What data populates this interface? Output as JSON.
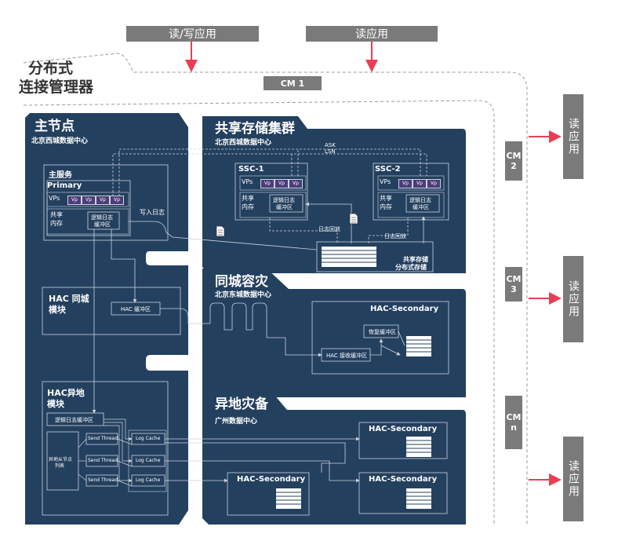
{
  "top_buttons": {
    "read_write_app": "读/写应用",
    "read_app": "读应用"
  },
  "manager": {
    "title_line1": "分布式",
    "title_line2": "连接管理器",
    "cm1": "CM 1"
  },
  "right_side": {
    "cm2": [
      "CM",
      "2"
    ],
    "cm3": [
      "CM",
      "3"
    ],
    "cmn": [
      "CM",
      "n"
    ],
    "read_app_1": "读应用",
    "read_app_2": "读应用",
    "read_app_3": "读应用"
  },
  "primary_node": {
    "title": "主节点",
    "subtitle": "北京西城数据中心",
    "main_service": "主服务",
    "primary": "Primary",
    "vps": "VPs",
    "vp": "Vp",
    "shared_mem_line1": "共享",
    "shared_mem_line2": "内存",
    "log_buffer_line1": "逻辑日志",
    "log_buffer_line2": "缓冲区",
    "write_log": "写入日志"
  },
  "hac_city": {
    "title_line1": "HAC 同城",
    "title_line2": "模块",
    "buffer": "HAC 缓冲区"
  },
  "hac_remote": {
    "title_line1": "HAC异地",
    "title_line2": "模块",
    "log_buffer": "逻辑日志缓冲区",
    "replica_list_line1": "异地从节点",
    "replica_list_line2": "列表",
    "send_thread": "Send Thread",
    "log_cache": "Log Cache"
  },
  "shared_storage": {
    "title": "共享存储集群",
    "subtitle": "北京西城数据中心",
    "ask": "ASK",
    "lsn": "LSN",
    "ssc1": "SSC-1",
    "ssc2": "SSC-2",
    "log_replay": "日志回放",
    "storage_line1": "共享存储",
    "storage_line2": "分布式存储"
  },
  "city_dr": {
    "title": "同城容灾",
    "subtitle": "北京东城数据中心",
    "hac_secondary": "HAC-Secondary",
    "recovery_buffer": "恢复缓冲区",
    "receive_buffer": "HAC 接收缓冲区"
  },
  "remote_dr": {
    "title": "异地灾备",
    "subtitle": "广州数据中心",
    "hac_secondary": "HAC-Secondary"
  },
  "colors": {
    "panel": "#24405f",
    "accent": "#e83e55",
    "gray": "#7a7a7a",
    "vp": "#4c3d7a",
    "line": "#b9c3d0"
  }
}
